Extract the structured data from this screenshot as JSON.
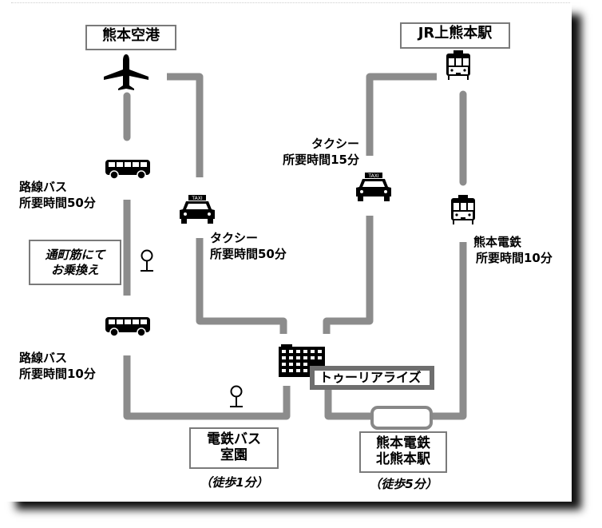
{
  "map": {
    "title": "トゥーリアライズ アクセスマップ",
    "colors": {
      "route_line": "#8c8c8c",
      "box_border": "#7a7a7a",
      "hotel_border": "#6e6e6e",
      "icon": "#000000"
    },
    "destination": {
      "name": "トゥーリアライズ",
      "icon": "building-icon"
    },
    "origins": [
      {
        "name": "熊本空港",
        "icon": "airplane-icon"
      },
      {
        "name": "JR上熊本駅",
        "icon": "tram-icon"
      }
    ],
    "routes": [
      {
        "mode": "路線バス",
        "duration": "所要時間50分",
        "icon": "bus-icon",
        "from": "熊本空港"
      },
      {
        "mode": "タクシー",
        "duration": "所要時間50分",
        "icon": "taxi-icon",
        "from": "熊本空港"
      },
      {
        "mode": "タクシー",
        "duration": "所要時間15分",
        "icon": "taxi-icon",
        "from": "JR上熊本駅"
      },
      {
        "mode": "熊本電鉄",
        "duration": "所要時間10分",
        "icon": "tram-icon",
        "from": "JR上熊本駅"
      },
      {
        "mode": "路線バス",
        "duration": "所要時間10分",
        "icon": "bus-icon",
        "from": "通町筋"
      }
    ],
    "transfer_note": {
      "line1": "通町筋にて",
      "line2": "お乗換え",
      "icon": "bus-stop-icon"
    },
    "stops": [
      {
        "line1": "電鉄バス",
        "line2": "室園",
        "walk": "（徒歩1分）",
        "icon": "bus-stop-icon"
      },
      {
        "line1": "熊本電鉄",
        "line2": "北熊本駅",
        "walk": "（徒歩5分）",
        "icon": "station-icon"
      }
    ],
    "taxi_sign": "TAXI"
  }
}
